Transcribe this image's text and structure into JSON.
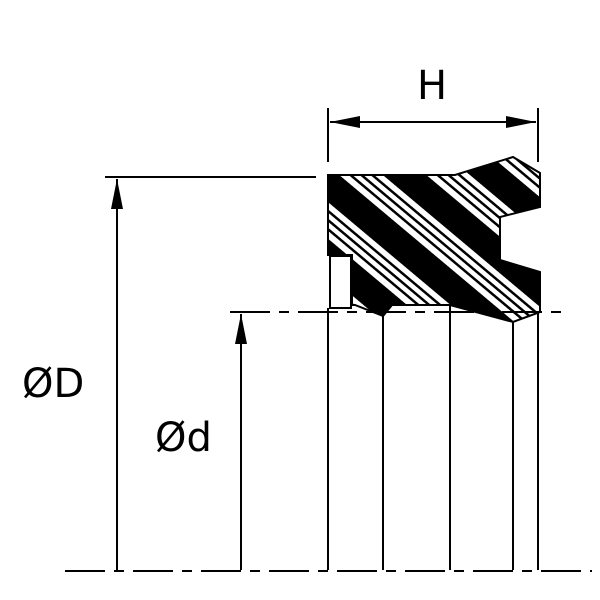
{
  "diagram": {
    "title_labels": {
      "height": "H",
      "outer_diameter": "ØD",
      "inner_diameter": "Ød"
    },
    "colors": {
      "line": "#000000",
      "background": "#ffffff"
    }
  }
}
